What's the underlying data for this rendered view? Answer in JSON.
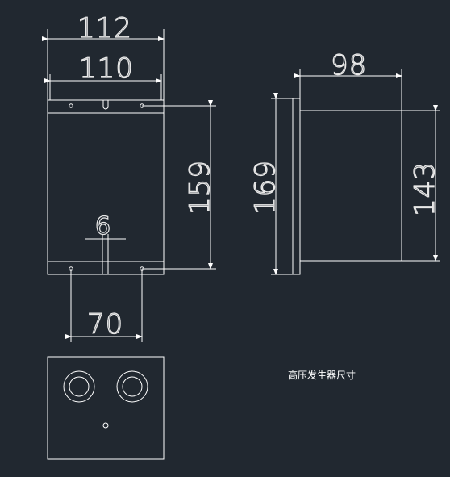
{
  "colors": {
    "background": "#212830",
    "line": "#ffffff"
  },
  "front_view": {
    "dim_top_outer": "112",
    "dim_top_inner": "110",
    "dim_height": "159",
    "dim_slot": "6",
    "dim_bottom_holes": "70"
  },
  "side_view": {
    "dim_depth": "98",
    "dim_total_height": "169",
    "dim_body_height": "143"
  },
  "bottom_view": {
    "terminals": [
      "terminal-left",
      "terminal-right"
    ],
    "center_hole": "hole"
  },
  "caption": "高压发生器尺寸"
}
